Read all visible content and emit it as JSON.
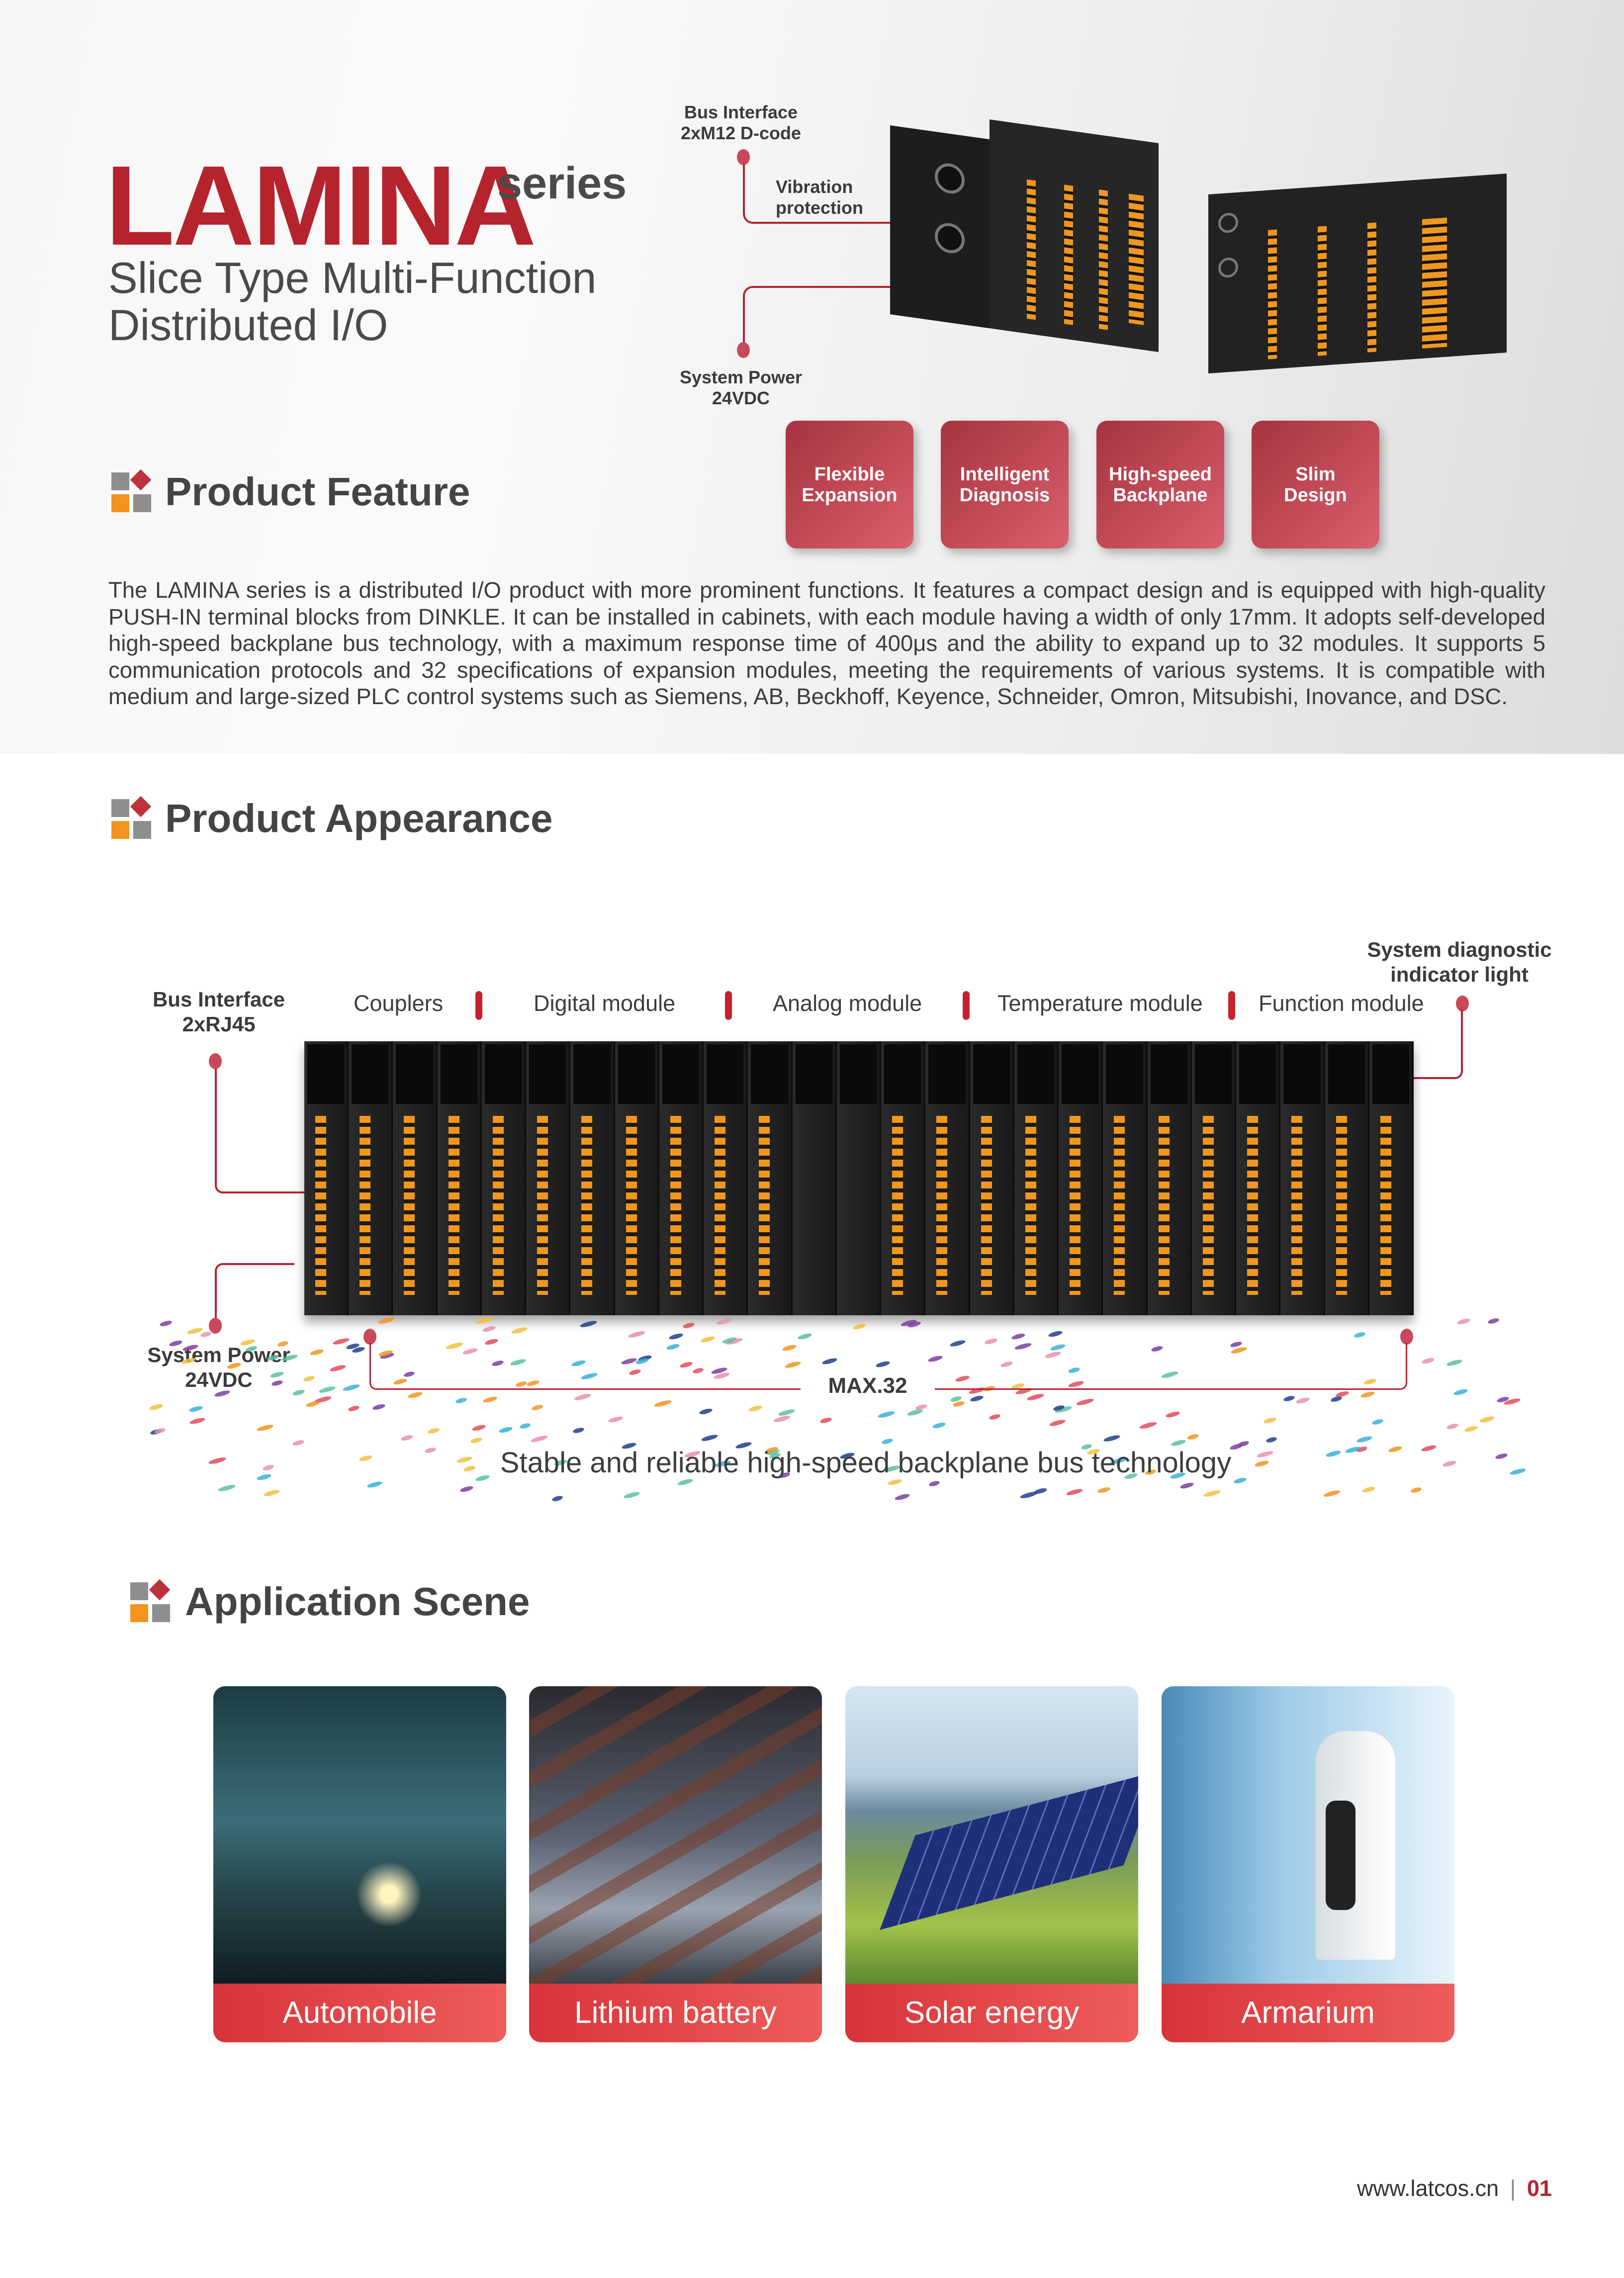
{
  "hero": {
    "brand": "LAMINA",
    "series": "series",
    "subtitle_line1": "Slice Type Multi-Function",
    "subtitle_line2": "Distributed I/O",
    "callouts": {
      "bus_interface": [
        "Bus Interface",
        "2xM12 D-code"
      ],
      "vibration": [
        "Vibration",
        "protection"
      ],
      "system_power": [
        "System Power",
        "24VDC"
      ]
    }
  },
  "product_feature": {
    "title": "Product Feature",
    "features": [
      [
        "Flexible",
        "Expansion"
      ],
      [
        "Intelligent",
        "Diagnosis"
      ],
      [
        "High-speed",
        "Backplane"
      ],
      [
        "Slim",
        "Design"
      ]
    ],
    "description": "The LAMINA series is a distributed I/O product with more prominent functions. It features a compact design and is equipped with high-quality PUSH-IN terminal blocks from DINKLE. It can be installed in cabinets, with each module having a width of only 17mm. It adopts self-developed high-speed backplane bus technology, with a maximum response time of 400μs and the ability to expand up to 32 modules. It supports 5 communication protocols and 32 specifications of expansion modules, meeting the requirements of various systems. It is compatible with medium and large-sized PLC control systems such as Siemens, AB, Beckhoff, Keyence, Schneider, Omron, Mitsubishi, Inovance, and DSC."
  },
  "product_appearance": {
    "title": "Product Appearance",
    "categories": [
      "Couplers",
      "Digital module",
      "Analog module",
      "Temperature module",
      "Function module"
    ],
    "bus_interface": [
      "Bus Interface",
      "2xRJ45"
    ],
    "diagnostic": [
      "System diagnostic",
      "indicator light"
    ],
    "system_power": [
      "System Power",
      "24VDC"
    ],
    "max_modules": "MAX.32",
    "tagline": "Stable and reliable high-speed backplane bus technology"
  },
  "application_scene": {
    "title": "Application Scene",
    "scenes": [
      "Automobile",
      "Lithium battery",
      "Solar energy",
      "Armarium"
    ]
  },
  "footer": {
    "website": "www.latcos.cn",
    "page_number": "01"
  },
  "colors": {
    "brand_red": "#b5232d",
    "accent_orange": "#f0971f",
    "text_gray": "#444444"
  }
}
